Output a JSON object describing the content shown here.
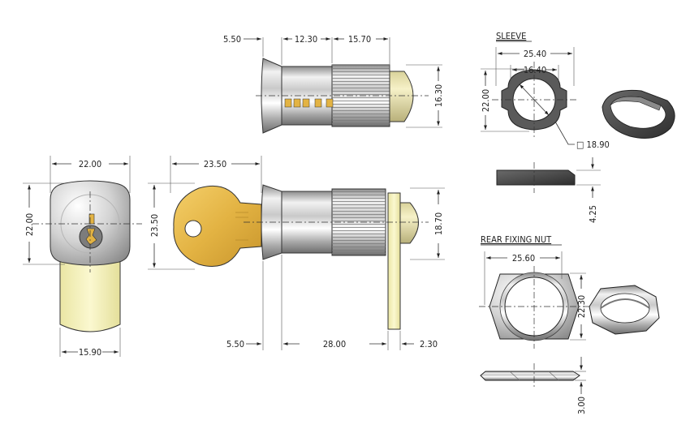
{
  "labels": {
    "sleeve_title": "SLEEVE",
    "nut_title": "REAR FIXING NUT"
  },
  "dimensions": {
    "top_flange": "5.50",
    "top_mid": "12.30",
    "top_thread": "15.70",
    "top_height": "16.30",
    "front_width": "22.00",
    "front_height": "22.00",
    "cam_width": "15.90",
    "key_length": "23.50",
    "key_height": "23.50",
    "body_height": "18.70",
    "bottom_flange": "5.50",
    "body_length": "28.00",
    "cam_thickness": "2.30",
    "sleeve_outer": "25.40",
    "sleeve_inner": "16.40",
    "sleeve_height": "22.00",
    "sleeve_square": "□ 18.90",
    "sleeve_thickness": "4.25",
    "nut_width": "25.60",
    "nut_height": "22.30",
    "nut_thickness": "3.00"
  },
  "colors": {
    "brass": "#e6b84a",
    "cam": "#f5f0b8",
    "sleeve": "#4a4a4a"
  }
}
